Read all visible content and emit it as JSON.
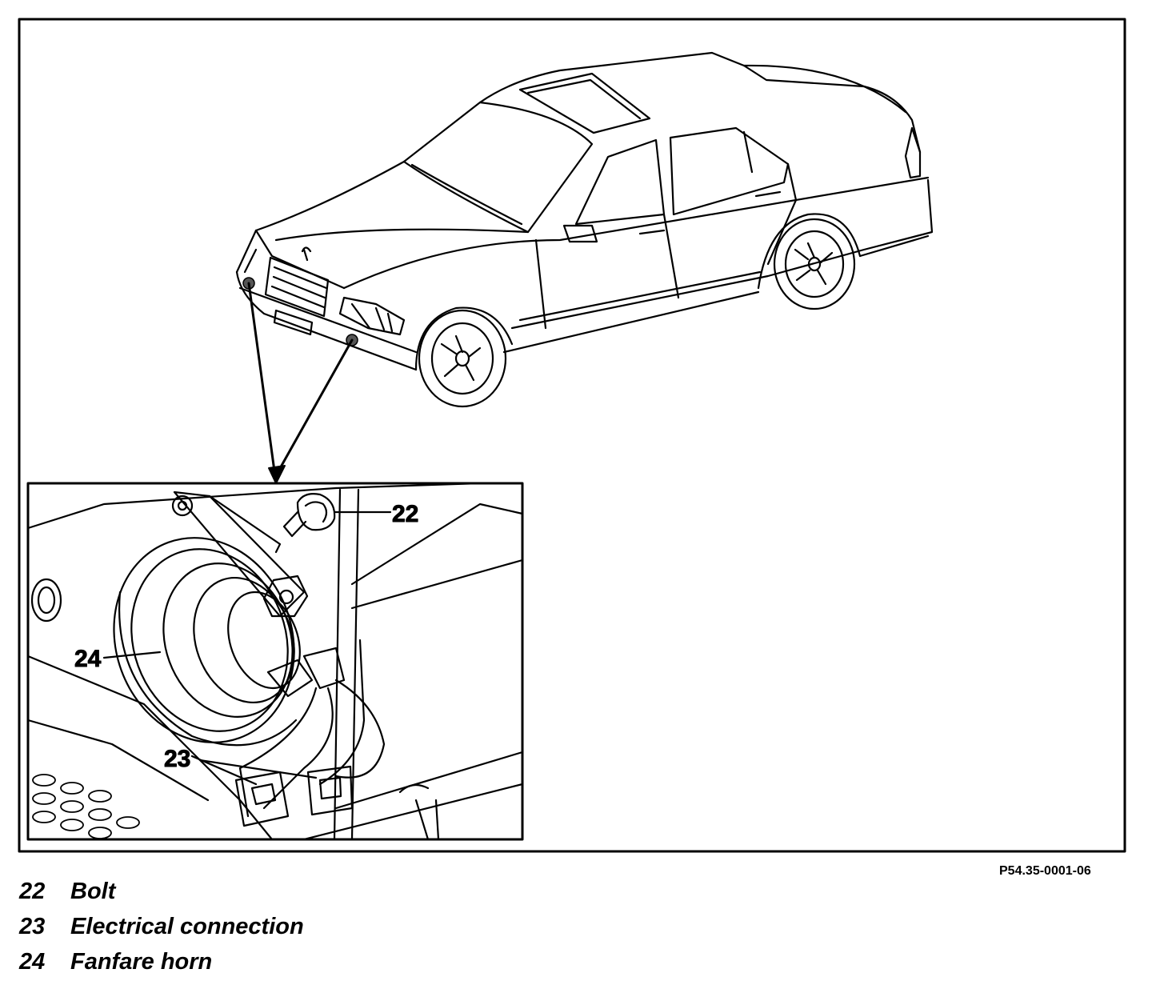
{
  "callouts": {
    "bolt": "22",
    "electrical_connection": "23",
    "fanfare_horn": "24"
  },
  "figure_id": "P54.35-0001-06",
  "legend": [
    {
      "number": "22",
      "label": "Bolt"
    },
    {
      "number": "23",
      "label": "Electrical connection"
    },
    {
      "number": "24",
      "label": "Fanfare horn"
    }
  ],
  "colors": {
    "ink": "#000000",
    "paper": "#ffffff"
  }
}
